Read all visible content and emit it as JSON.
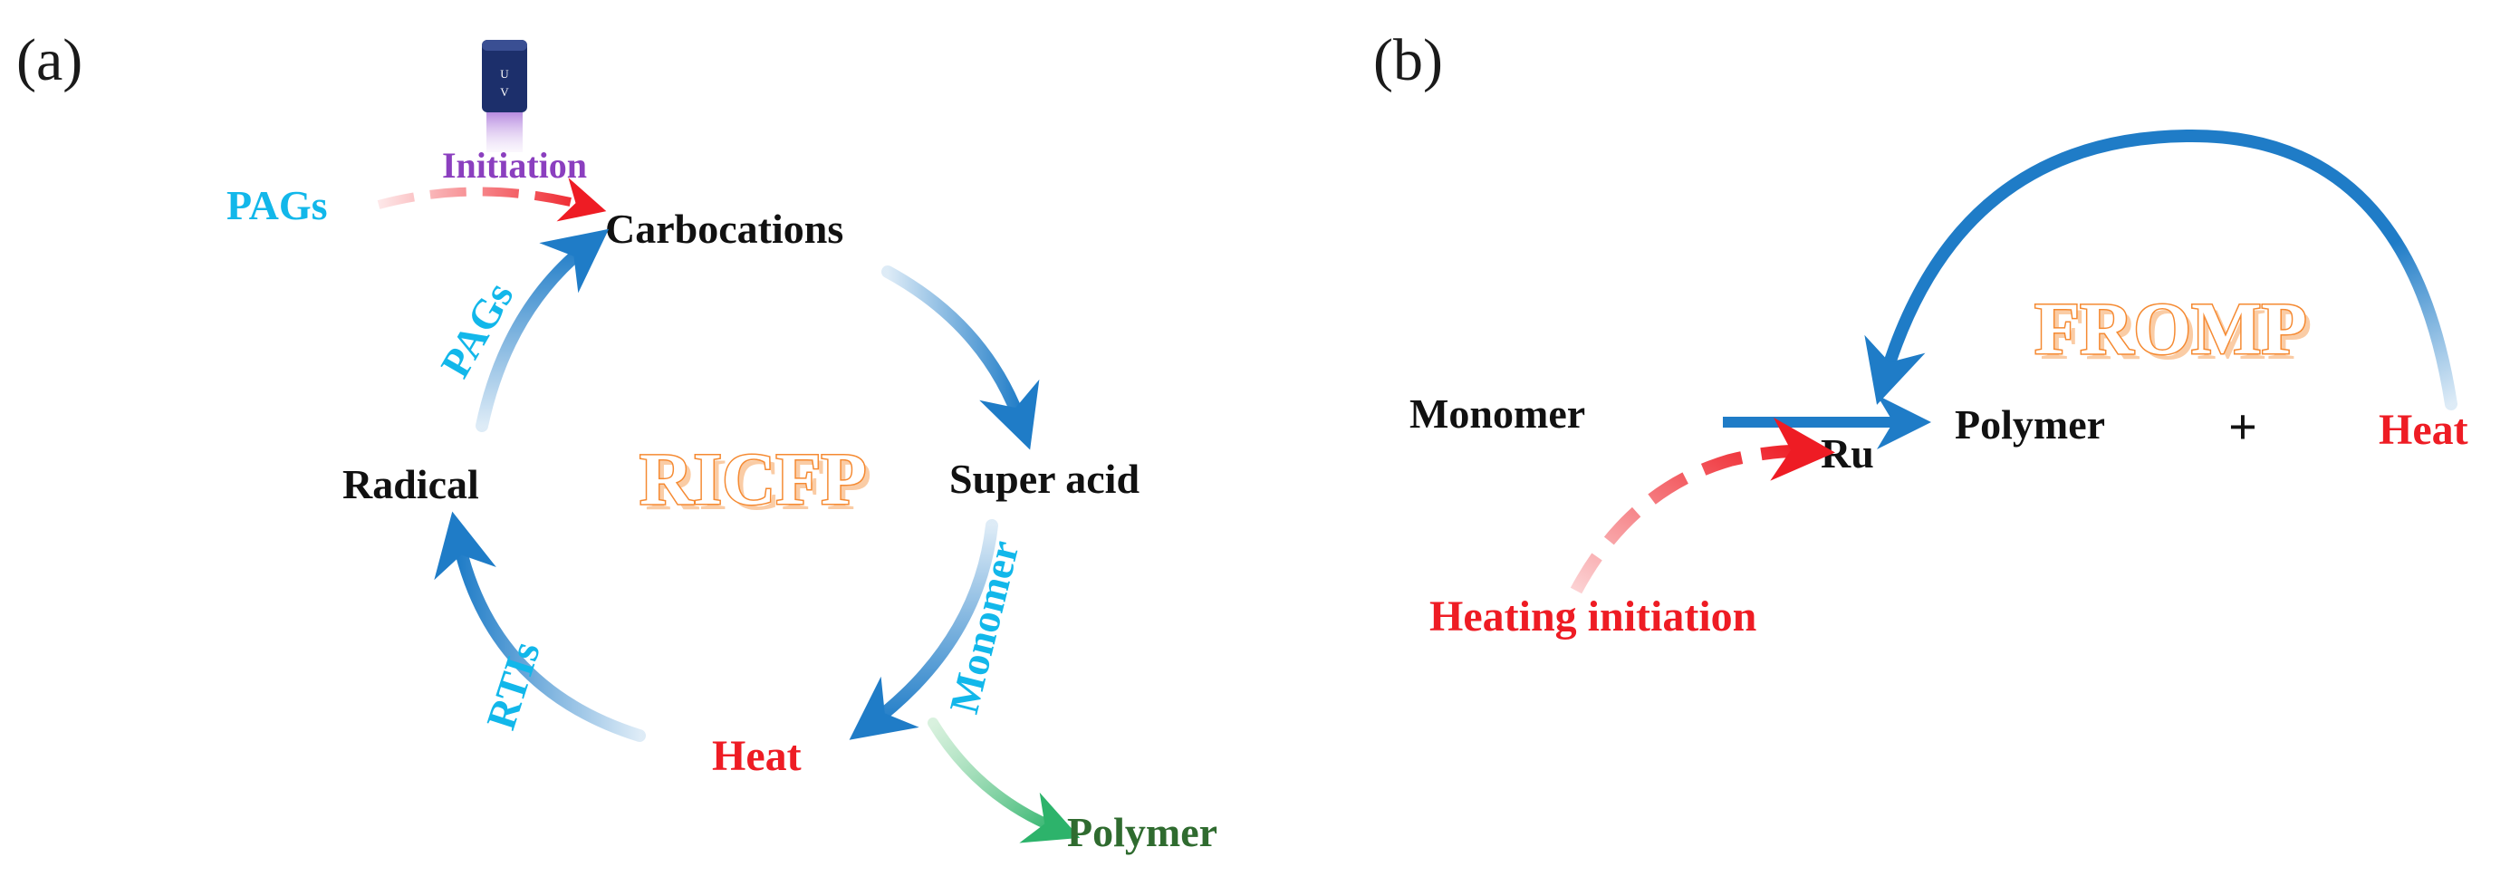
{
  "panel_a": {
    "label": "(a)",
    "title": "RICFP",
    "uv_lamp_label": "UV",
    "initiation_label": "Initiation",
    "pags_input_label": "PAGs",
    "carbocations_label": "Carbocations",
    "super_acid_label": "Super acid",
    "monomer_label": "Monomer",
    "heat_label": "Heat",
    "rtis_label": "RTIs",
    "radical_label": "Radical",
    "pags_cycle_label": "PAGs",
    "polymer_label": "Polymer"
  },
  "panel_b": {
    "label": "(b)",
    "title": "FROMP",
    "monomer_label": "Monomer",
    "catalyst_label": "Ru",
    "polymer_label": "Polymer",
    "plus_sign": "+",
    "heat_label": "Heat",
    "heating_initiation_label": "Heating initiation"
  },
  "colors": {
    "cycle_arrow": "#1f7cc7",
    "initiation_arrow": "#ee1c24",
    "polymer_arrow": "#2db36b",
    "cyan_text": "#12b7ea",
    "red_text": "#ee1c24",
    "title_orange": "#f58a32"
  }
}
